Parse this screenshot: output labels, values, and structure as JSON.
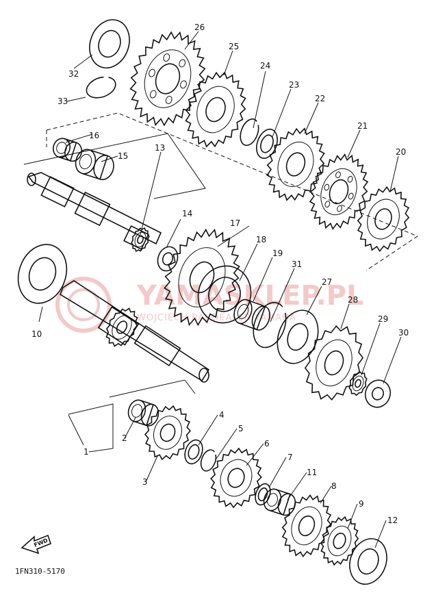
{
  "diagram_code": "1FN310-5170",
  "fwd_label": "FWD",
  "watermark": {
    "brand": "YAMASKLEP.PL",
    "tagline": "WOJCIECH RAJ    DEALER YAMAHA"
  },
  "callouts": [
    "1",
    "2",
    "3",
    "4",
    "5",
    "6",
    "7",
    "8",
    "9",
    "10",
    "11",
    "12",
    "13",
    "14",
    "15",
    "16",
    "17",
    "18",
    "19",
    "20",
    "21",
    "22",
    "23",
    "24",
    "25",
    "26",
    "27",
    "28",
    "29",
    "30",
    "31",
    "32",
    "33"
  ],
  "colors": {
    "ink": "#111111",
    "watermark": "#f3c9c9",
    "background": "#ffffff"
  }
}
